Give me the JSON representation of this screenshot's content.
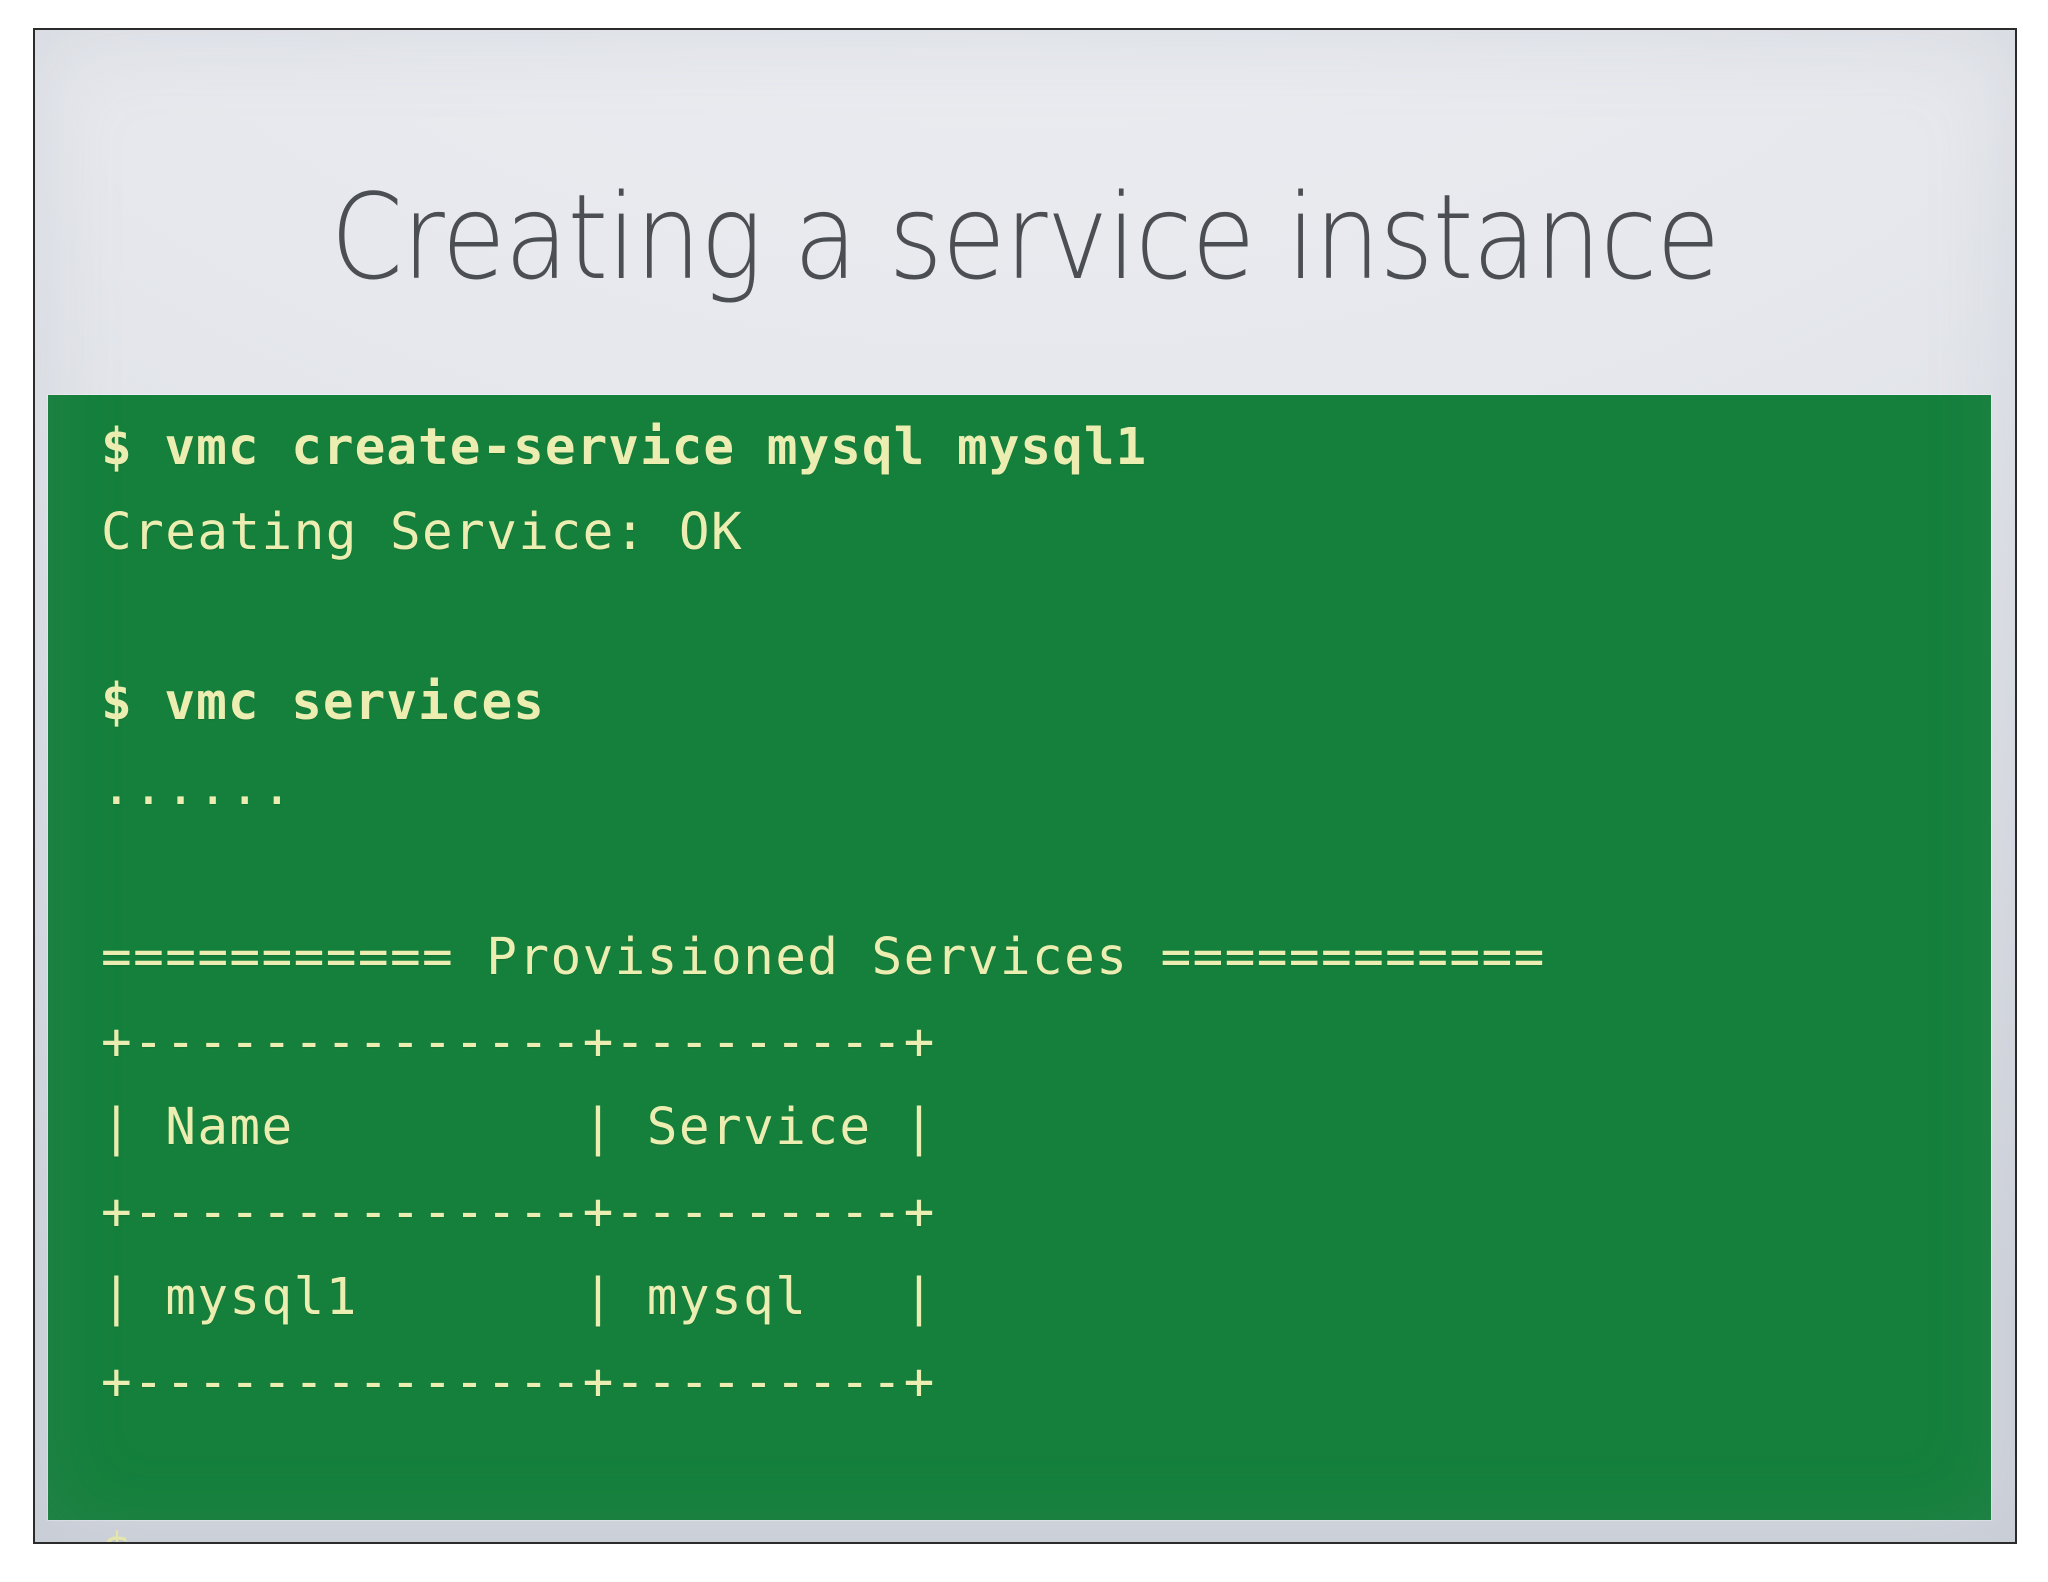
{
  "slide": {
    "title": "Creating a service instance",
    "background_color": "#e3e6ec",
    "border_color": "#2b2b2b",
    "title_color": "#4b4e52"
  },
  "terminal": {
    "background_color": "#14803c",
    "text_color": "#ecedb0",
    "lines": [
      {
        "text": "$ vmc create-service mysql mysql1",
        "bold": true
      },
      {
        "text": "Creating Service: OK",
        "bold": false
      },
      {
        "text": "",
        "bold": false
      },
      {
        "text": "$ vmc services",
        "bold": true
      },
      {
        "text": "......",
        "bold": false
      },
      {
        "text": "",
        "bold": false
      },
      {
        "text": "=========== Provisioned Services ============",
        "bold": false
      },
      {
        "text": "+--------------+---------+",
        "bold": false
      },
      {
        "text": "| Name         | Service |",
        "bold": false
      },
      {
        "text": "+--------------+---------+",
        "bold": false
      },
      {
        "text": "| mysql1       | mysql   |",
        "bold": false
      },
      {
        "text": "+--------------+---------+",
        "bold": false
      },
      {
        "text": "",
        "bold": false
      },
      {
        "text": "$",
        "bold": false
      }
    ],
    "table": {
      "headers": [
        "Name",
        "Service"
      ],
      "rows": [
        [
          "mysql1",
          "mysql"
        ]
      ]
    },
    "commands": [
      "vmc create-service mysql mysql1",
      "vmc services"
    ],
    "status_text": "Creating Service: OK",
    "section_header": "Provisioned Services"
  }
}
